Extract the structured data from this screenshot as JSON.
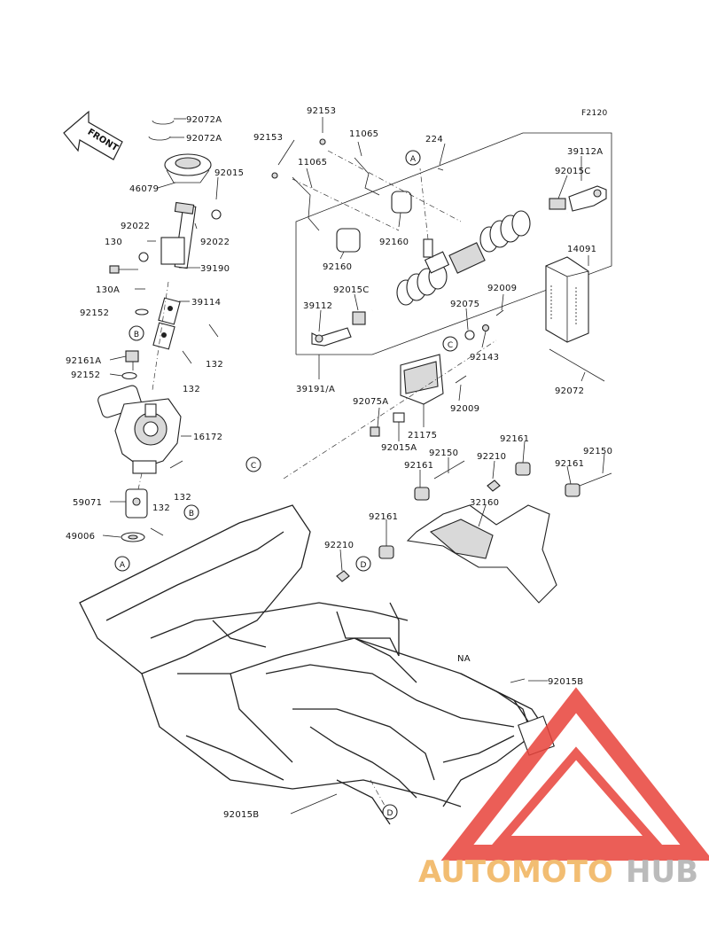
{
  "figure_code": "F2120",
  "direction_label": "FRONT",
  "variant_label": "NA",
  "watermark": {
    "brand_a": "AUTOMOTO",
    "brand_b": "HUB",
    "color_a": "#f0b25a",
    "color_b": "#b0b0b0",
    "logo_color": "#e8423a"
  },
  "part_labels": [
    {
      "id": "p1",
      "text": "92072A"
    },
    {
      "id": "p2",
      "text": "92072A"
    },
    {
      "id": "p3",
      "text": "92015"
    },
    {
      "id": "p4",
      "text": "46079"
    },
    {
      "id": "p5",
      "text": "92022"
    },
    {
      "id": "p6",
      "text": "130"
    },
    {
      "id": "p7",
      "text": "92022"
    },
    {
      "id": "p8",
      "text": "39190"
    },
    {
      "id": "p9",
      "text": "130A"
    },
    {
      "id": "p10",
      "text": "39114"
    },
    {
      "id": "p11",
      "text": "92152"
    },
    {
      "id": "p12",
      "text": "132"
    },
    {
      "id": "p13",
      "text": "92161A"
    },
    {
      "id": "p14",
      "text": "92152"
    },
    {
      "id": "p15",
      "text": "132"
    },
    {
      "id": "p16",
      "text": "16172"
    },
    {
      "id": "p17",
      "text": "59071"
    },
    {
      "id": "p18",
      "text": "132"
    },
    {
      "id": "p19",
      "text": "132"
    },
    {
      "id": "p20",
      "text": "49006"
    },
    {
      "id": "p21",
      "text": "92153"
    },
    {
      "id": "p22",
      "text": "92153"
    },
    {
      "id": "p23",
      "text": "11065"
    },
    {
      "id": "p24",
      "text": "11065"
    },
    {
      "id": "p25",
      "text": "224"
    },
    {
      "id": "p26",
      "text": "39112A"
    },
    {
      "id": "p27",
      "text": "92015C"
    },
    {
      "id": "p28",
      "text": "92160"
    },
    {
      "id": "p29",
      "text": "92160"
    },
    {
      "id": "p30",
      "text": "92015C"
    },
    {
      "id": "p31",
      "text": "39112"
    },
    {
      "id": "p32",
      "text": "39191/A"
    },
    {
      "id": "p33",
      "text": "14091"
    },
    {
      "id": "p34",
      "text": "92009"
    },
    {
      "id": "p35",
      "text": "92075"
    },
    {
      "id": "p36",
      "text": "92143"
    },
    {
      "id": "p37",
      "text": "92072"
    },
    {
      "id": "p38",
      "text": "92075A"
    },
    {
      "id": "p39",
      "text": "92009"
    },
    {
      "id": "p40",
      "text": "21175"
    },
    {
      "id": "p41",
      "text": "92015A"
    },
    {
      "id": "p42",
      "text": "92161"
    },
    {
      "id": "p43",
      "text": "92150"
    },
    {
      "id": "p44",
      "text": "92161"
    },
    {
      "id": "p45",
      "text": "92210"
    },
    {
      "id": "p46",
      "text": "92161"
    },
    {
      "id": "p47",
      "text": "92150"
    },
    {
      "id": "p48",
      "text": "32160"
    },
    {
      "id": "p49",
      "text": "92161"
    },
    {
      "id": "p50",
      "text": "92210"
    },
    {
      "id": "p51",
      "text": "92015B"
    },
    {
      "id": "p52",
      "text": "92015B"
    }
  ],
  "callouts": [
    {
      "id": "c1",
      "text": "A"
    },
    {
      "id": "c2",
      "text": "B"
    },
    {
      "id": "c3",
      "text": "B"
    },
    {
      "id": "c4",
      "text": "A"
    },
    {
      "id": "c5",
      "text": "C"
    },
    {
      "id": "c6",
      "text": "C"
    },
    {
      "id": "c7",
      "text": "D"
    },
    {
      "id": "c8",
      "text": "D"
    }
  ]
}
